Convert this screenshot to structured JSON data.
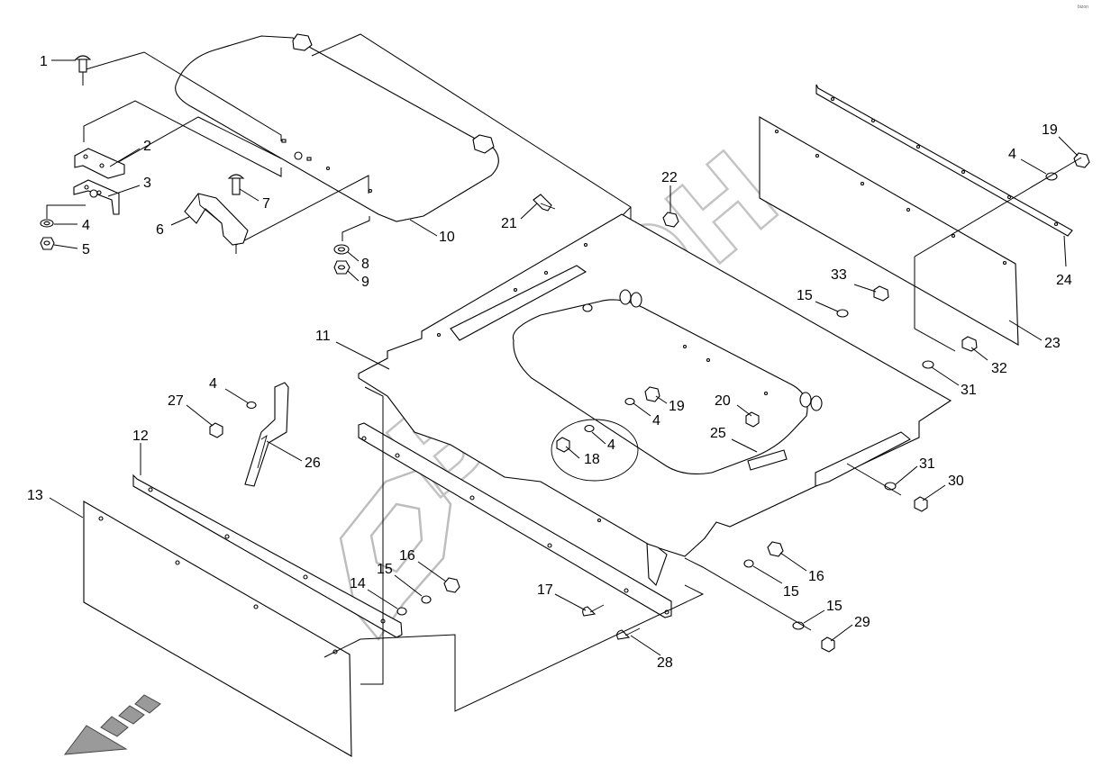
{
  "watermark": {
    "brand_text": "БИЗОН"
  },
  "corner_mark": "bizon",
  "labels": [
    {
      "id": "l1",
      "text": "1"
    },
    {
      "id": "l2",
      "text": "2"
    },
    {
      "id": "l3",
      "text": "3"
    },
    {
      "id": "l4a",
      "text": "4"
    },
    {
      "id": "l5",
      "text": "5"
    },
    {
      "id": "l6",
      "text": "6"
    },
    {
      "id": "l7",
      "text": "7"
    },
    {
      "id": "l8",
      "text": "8"
    },
    {
      "id": "l9",
      "text": "9"
    },
    {
      "id": "l10",
      "text": "10"
    },
    {
      "id": "l11",
      "text": "11"
    },
    {
      "id": "l12",
      "text": "12"
    },
    {
      "id": "l13",
      "text": "13"
    },
    {
      "id": "l14",
      "text": "14"
    },
    {
      "id": "l15a",
      "text": "15"
    },
    {
      "id": "l16a",
      "text": "16"
    },
    {
      "id": "l17",
      "text": "17"
    },
    {
      "id": "l18",
      "text": "18"
    },
    {
      "id": "l4b",
      "text": "4"
    },
    {
      "id": "l4c",
      "text": "4"
    },
    {
      "id": "l19a",
      "text": "19"
    },
    {
      "id": "l20",
      "text": "20"
    },
    {
      "id": "l21",
      "text": "21"
    },
    {
      "id": "l22",
      "text": "22"
    },
    {
      "id": "l23",
      "text": "23"
    },
    {
      "id": "l24",
      "text": "24"
    },
    {
      "id": "l19b",
      "text": "19"
    },
    {
      "id": "l4d",
      "text": "4"
    },
    {
      "id": "l25",
      "text": "25"
    },
    {
      "id": "l26",
      "text": "26"
    },
    {
      "id": "l27",
      "text": "27"
    },
    {
      "id": "l4e",
      "text": "4"
    },
    {
      "id": "l28",
      "text": "28"
    },
    {
      "id": "l29",
      "text": "29"
    },
    {
      "id": "l15b",
      "text": "15"
    },
    {
      "id": "l16b",
      "text": "16"
    },
    {
      "id": "l15c",
      "text": "15"
    },
    {
      "id": "l30",
      "text": "30"
    },
    {
      "id": "l31a",
      "text": "31"
    },
    {
      "id": "l31b",
      "text": "31"
    },
    {
      "id": "l32",
      "text": "32"
    },
    {
      "id": "l33",
      "text": "33"
    },
    {
      "id": "l15d",
      "text": "15"
    },
    {
      "id": "l15e",
      "text": "15"
    }
  ]
}
